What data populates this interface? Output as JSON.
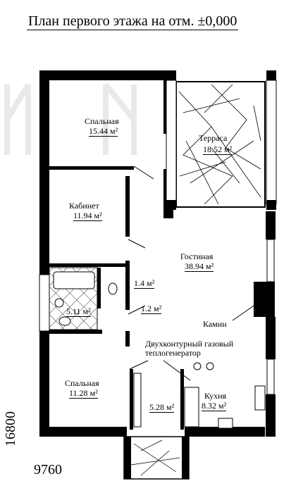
{
  "title": "План первого этажа на отм. ±0,000",
  "dimensions": {
    "width_label": "9760",
    "height_label": "16800"
  },
  "rooms": [
    {
      "name": "Спальная",
      "area": "15.44 м²"
    },
    {
      "name": "Терраса",
      "area": "18.52 м²"
    },
    {
      "name": "Кабинет",
      "area": "11.94 м²"
    },
    {
      "name": "Гостиная",
      "area": "38.94 м²"
    },
    {
      "name": "",
      "area": "1.4 м²"
    },
    {
      "name": "",
      "area": "5.11 м²"
    },
    {
      "name": "",
      "area": "1.2 м²"
    },
    {
      "name": "Спальная",
      "area": "11.28 м²"
    },
    {
      "name": "",
      "area": "5.28 м²"
    },
    {
      "name": "Кухня",
      "area": "8.32 м²"
    }
  ],
  "annotations": {
    "fireplace": "Камин",
    "boiler": "Двухконтурный газовый теплогенератор"
  },
  "colors": {
    "wall": "#000000",
    "hatch": "#000000",
    "background": "#ffffff"
  }
}
